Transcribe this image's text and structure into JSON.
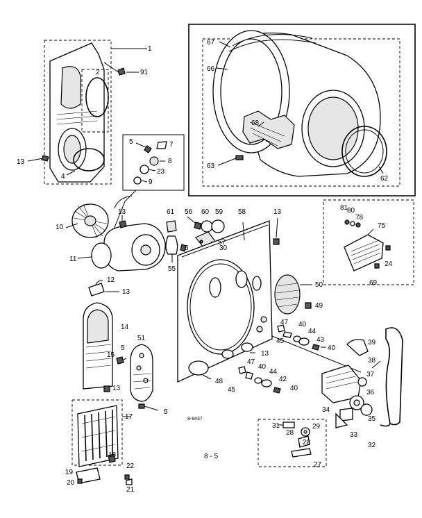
{
  "diagram": {
    "drawing_number": "8-9437",
    "page_label": "8 - 5",
    "part_labels": {
      "p1": "1",
      "p2": "2",
      "p91": "91",
      "p13a": "13",
      "p4": "4",
      "p67": "67",
      "p66": "66",
      "p68": "68",
      "p63": "63",
      "p62": "62",
      "p5a": "5",
      "p7": "7",
      "p8": "8",
      "p23": "23",
      "p9": "9",
      "p13b": "13",
      "p10": "10",
      "p11": "11",
      "p61": "61",
      "p56": "56",
      "p60": "60",
      "p59": "59",
      "p58": "58",
      "p13c": "13",
      "p57": "57",
      "p30": "30",
      "p5b": "5",
      "p55": "55",
      "p81": "81",
      "p80": "80",
      "p78": "78",
      "p75": "75",
      "p24": "24",
      "p69": "69",
      "p12": "12",
      "p13d": "13",
      "p14": "14",
      "p15": "15",
      "p5c": "5",
      "p51": "51",
      "p13e": "13",
      "p5d": "5",
      "p50": "50",
      "p49": "49",
      "p47a": "47",
      "p40a": "40",
      "p45a": "45",
      "p44a": "44",
      "p43": "43",
      "p40b": "40",
      "p39": "39",
      "p13f": "13",
      "p48": "48",
      "p47b": "47",
      "p40c": "40",
      "p45b": "45",
      "p44b": "44",
      "p42": "42",
      "p40d": "40",
      "p38": "38",
      "p37": "37",
      "p36": "36",
      "p34": "34",
      "p35": "35",
      "p33": "33",
      "p32": "32",
      "p17": "17",
      "p18": "18",
      "p19": "19",
      "p20": "20",
      "p22": "22",
      "p21": "21",
      "p31": "31",
      "p29": "29",
      "p28a": "28",
      "p28b": "28",
      "p27": "27"
    }
  }
}
